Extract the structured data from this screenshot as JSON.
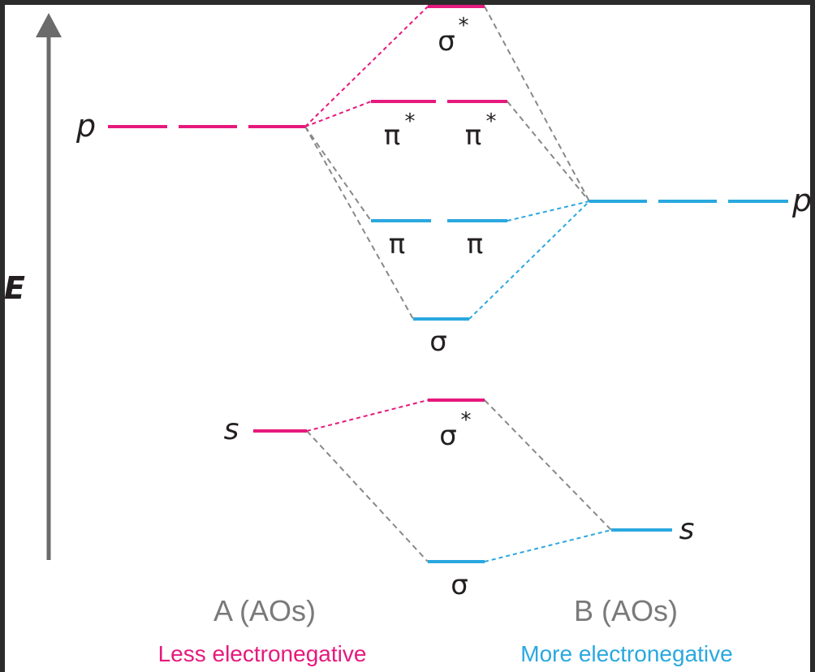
{
  "axis": {
    "label": "E"
  },
  "colors": {
    "background": "#2b2b2b",
    "frame": "#ffffff",
    "less_electronegative": "#e6197d",
    "more_electronegative": "#2aa8df",
    "connector_gray": "#888888",
    "axis_gray": "#6b6b6b",
    "text": "#231f20"
  },
  "atom_a": {
    "name": "A (AOs)",
    "description": "Less electronegative",
    "p_label": "p",
    "s_label": "s"
  },
  "atom_b": {
    "name": "B (AOs)",
    "description": "More electronegative",
    "p_label": "p",
    "s_label": "s"
  },
  "mo_labels": {
    "sigma_star_p": "σ",
    "pi_star_1": "π",
    "pi_star_2": "π",
    "pi_1": "π",
    "pi_2": "π",
    "sigma_p": "σ",
    "sigma_star_s": "σ",
    "sigma_s": "σ",
    "star": "*"
  }
}
